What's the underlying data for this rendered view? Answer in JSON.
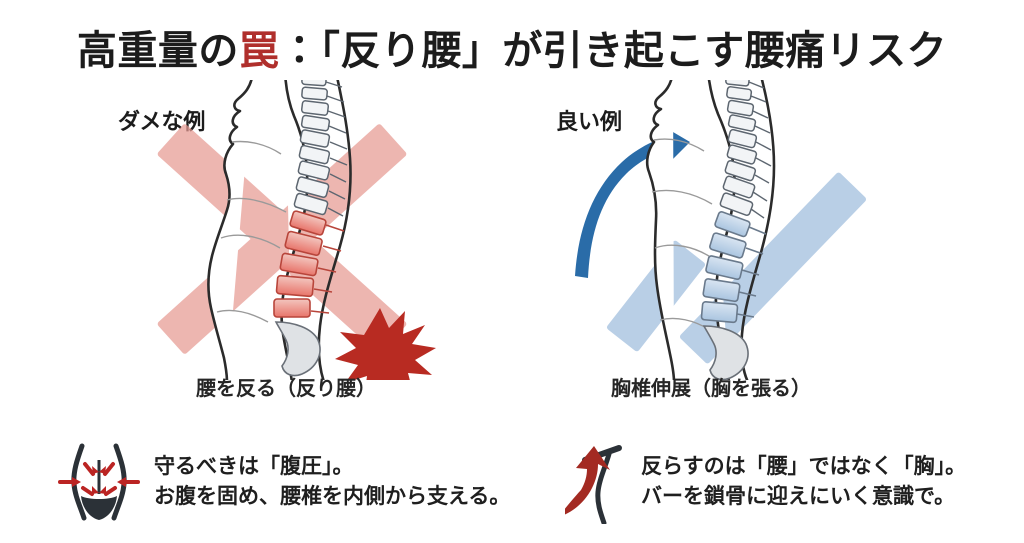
{
  "title": {
    "before": "高重量の",
    "accent": "罠",
    "after": "：「反り腰」が引き起こす腰痛リスク",
    "accent_color": "#b02f2c",
    "text_color": "#1c1c1c"
  },
  "panels": [
    {
      "key": "bad",
      "heading": "ダメな例",
      "caption": "腰を反る（反り腰）",
      "mark": "cross-mark",
      "mark_color": "#e79a93",
      "accent_color": "#bb2423",
      "highlight_color": "#e8756b",
      "annotation": "pain-burst"
    },
    {
      "key": "good",
      "heading": "良い例",
      "caption": "胸椎伸展（胸を張る）",
      "mark": "check-mark",
      "mark_color": "#a6c2e0",
      "accent_color": "#2a6ca8",
      "highlight_color": "#b9cfe6",
      "annotation": "lift-arrow"
    }
  ],
  "notes": [
    {
      "key": "left",
      "icon": "intra-abdominal-pressure-icon",
      "icon_color": "#2b3137",
      "icon_accent": "#bb2423",
      "lines": [
        "守るべきは「腹圧」。",
        "お腹を固め、腰椎を内側から支える。"
      ]
    },
    {
      "key": "right",
      "icon": "chest-up-arrow-icon",
      "icon_color": "#2b3137",
      "icon_accent": "#a32a22",
      "lines": [
        "反らすのは「腰」ではなく「胸」。",
        "バーを鎖骨に迎えにいく意識で。"
      ]
    }
  ]
}
